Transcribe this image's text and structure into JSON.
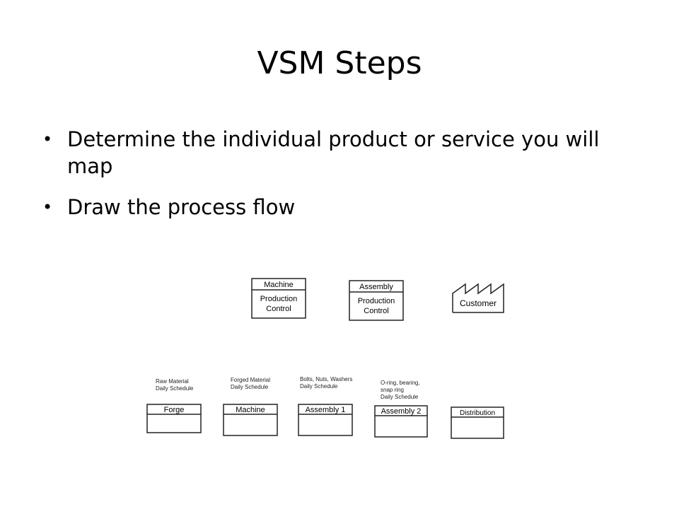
{
  "slide": {
    "title": "VSM Steps",
    "bullets": [
      "Determine the individual product or service you will map",
      "Draw the process flow"
    ]
  },
  "diagram": {
    "control_boxes": [
      {
        "header": "Machine",
        "body": [
          "Production",
          "Control"
        ]
      },
      {
        "header": "Assembly",
        "body": [
          "Production",
          "Control"
        ]
      }
    ],
    "customer_label": "Customer",
    "processes": [
      {
        "name": "Forge",
        "note": [
          "Raw Material",
          "Daily Schedule"
        ]
      },
      {
        "name": "Machine",
        "note": [
          "Forged Material",
          "Daily Schedule"
        ]
      },
      {
        "name": "Assembly 1",
        "note": [
          "Bolts, Nuts, Washers",
          "Daily Schedule"
        ]
      },
      {
        "name": "Assembly 2",
        "note": [
          "O-ring, bearing,",
          "snap ring",
          "Daily Schedule"
        ]
      },
      {
        "name": "Distribution",
        "note": []
      }
    ]
  }
}
